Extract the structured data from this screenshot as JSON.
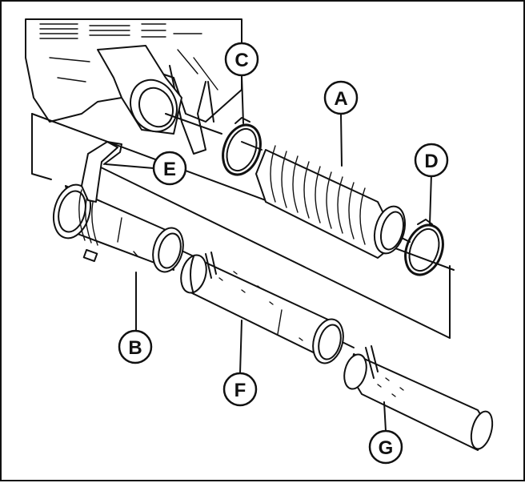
{
  "diagram": {
    "parts": [
      {
        "id": "A",
        "label": "A"
      },
      {
        "id": "B",
        "label": "B"
      },
      {
        "id": "C",
        "label": "C"
      },
      {
        "id": "D",
        "label": "D"
      },
      {
        "id": "E",
        "label": "E"
      },
      {
        "id": "F",
        "label": "F"
      },
      {
        "id": "G",
        "label": "G"
      }
    ]
  }
}
